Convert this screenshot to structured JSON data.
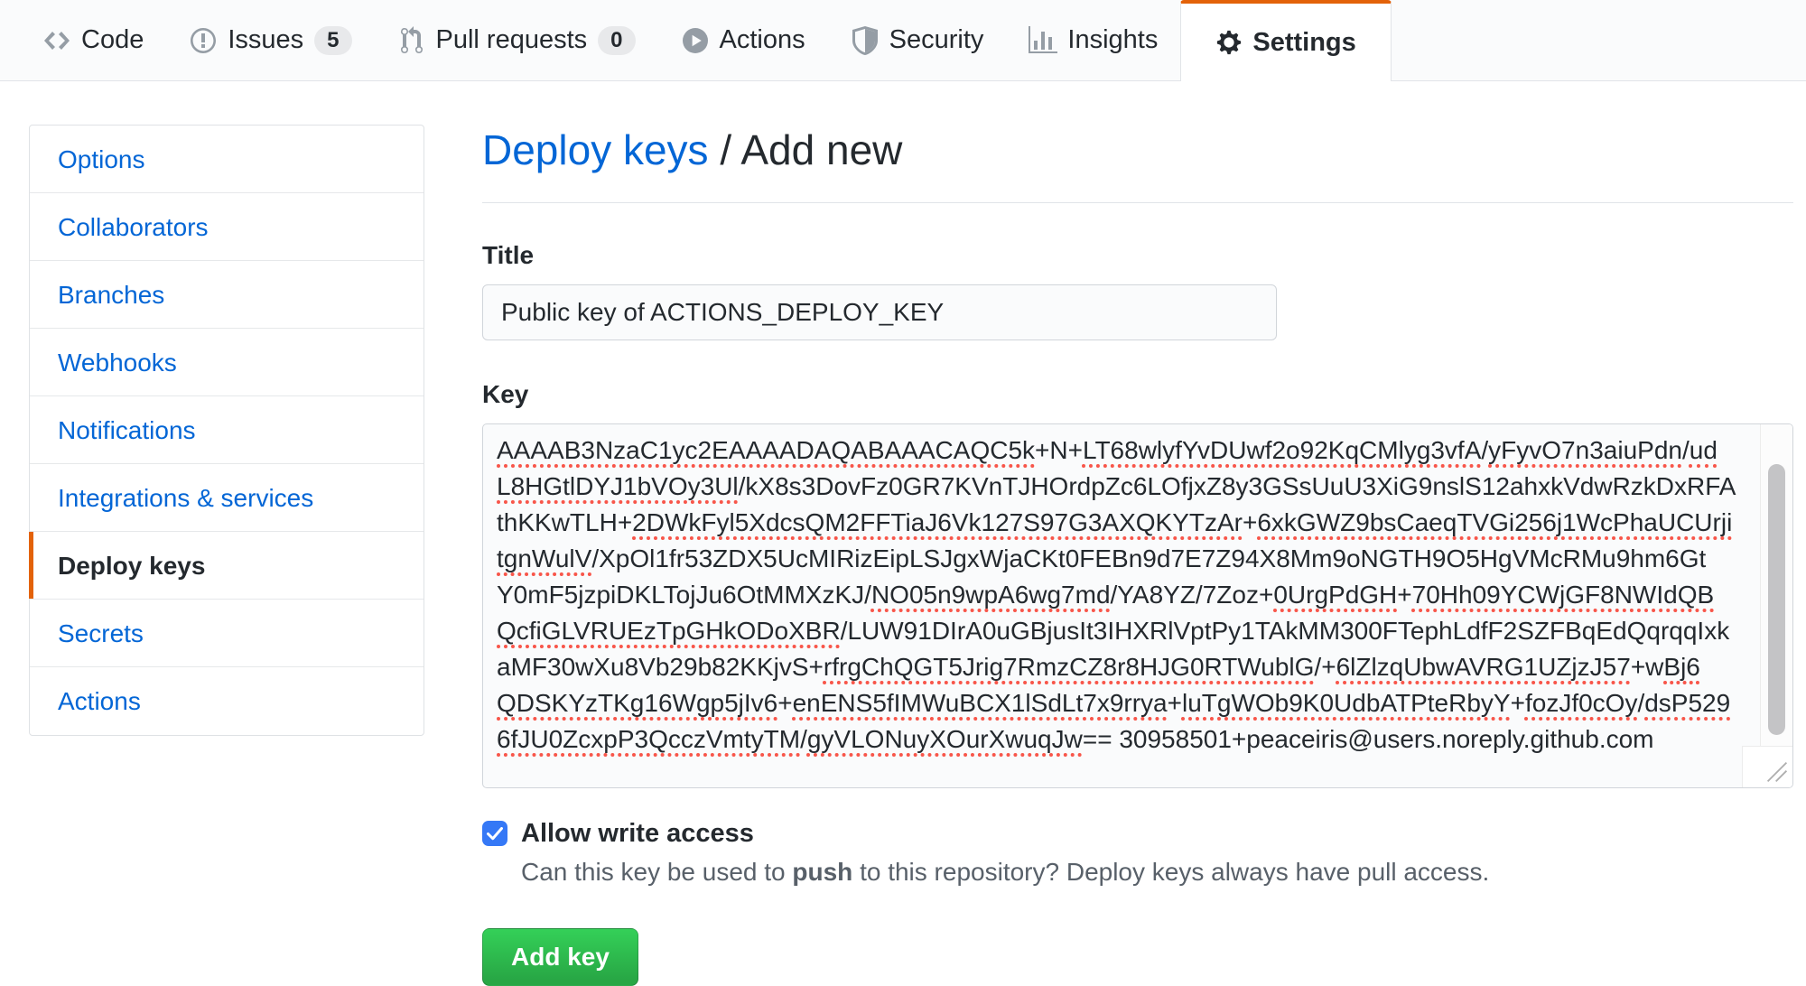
{
  "nav": {
    "items": [
      {
        "label": "Code",
        "icon": "code-icon"
      },
      {
        "label": "Issues",
        "icon": "issue-opened-icon",
        "badge": "5"
      },
      {
        "label": "Pull requests",
        "icon": "git-pull-request-icon",
        "badge": "0"
      },
      {
        "label": "Actions",
        "icon": "play-icon"
      },
      {
        "label": "Security",
        "icon": "shield-icon"
      },
      {
        "label": "Insights",
        "icon": "graph-icon"
      },
      {
        "label": "Settings",
        "icon": "gear-icon",
        "active": true
      }
    ]
  },
  "sidebar": {
    "items": [
      {
        "label": "Options"
      },
      {
        "label": "Collaborators"
      },
      {
        "label": "Branches"
      },
      {
        "label": "Webhooks"
      },
      {
        "label": "Notifications"
      },
      {
        "label": "Integrations & services"
      },
      {
        "label": "Deploy keys",
        "active": true
      },
      {
        "label": "Secrets"
      },
      {
        "label": "Actions"
      }
    ]
  },
  "main": {
    "breadcrumb": {
      "parent": "Deploy keys",
      "separator": " / ",
      "current": "Add new"
    },
    "form": {
      "title_label": "Title",
      "title_value": "Public key of ACTIONS_DEPLOY_KEY",
      "key_label": "Key",
      "key_lines": [
        [
          {
            "t": "AAAAB3NzaC1yc2EAAAADAQABAAACAQC5k",
            "u": true
          },
          {
            "t": "+N+",
            "u": false
          },
          {
            "t": "LT68wlyfYvDUwf2o92KqCMlyg3vfA",
            "u": true
          },
          {
            "t": "/",
            "u": false
          },
          {
            "t": "yFyvO7n3aiuPdn",
            "u": true
          },
          {
            "t": "/",
            "u": false
          },
          {
            "t": "ud",
            "u": true
          }
        ],
        [
          {
            "t": "L8HGtlDYJ1bVOy3Ul",
            "u": true
          },
          {
            "t": "/kX8s3DovFz0GR7KVnTJHOrdpZc6LOfjxZ8y3GSsUuU3XiG9nslS12ahxkVdwRzkDxRFA",
            "u": false
          }
        ],
        [
          {
            "t": "thKKwTLH+",
            "u": false
          },
          {
            "t": "2DWkFyl5XdcsQM2FFTiaJ6Vk127S97G3AXQKYTzAr",
            "u": true
          },
          {
            "t": "+",
            "u": false
          },
          {
            "t": "6xkGWZ9bsCaeqTVGi256j1WcPhaUCUrji",
            "u": true
          }
        ],
        [
          {
            "t": "tgnWulV",
            "u": true
          },
          {
            "t": "/XpOl1fr53ZDX5UcMIRizEipLSJgxWjaCKt0FEBn9d7E7Z94X8Mm9oNGTH9O5HgVMcRMu9hm6Gt",
            "u": false
          }
        ],
        [
          {
            "t": "Y0mF5jzpiDKLTojJu6OtMMXzKJ/",
            "u": false
          },
          {
            "t": "NO05n9wpA6wg7md",
            "u": true
          },
          {
            "t": "/YA8YZ/7Zoz+",
            "u": false
          },
          {
            "t": "0UrgPdGH",
            "u": true
          },
          {
            "t": "+",
            "u": false
          },
          {
            "t": "70Hh09YCWjGF8NWIdQB",
            "u": true
          }
        ],
        [
          {
            "t": "QcfiGLVRUEzTpGHkODoXBR",
            "u": true
          },
          {
            "t": "/LUW91DIrA0uGBjusIt3IHXRlVptPy1TAkMM300FTephLdfF2SZFBqEdQqrqqIxk",
            "u": false
          }
        ],
        [
          {
            "t": "aMF30wXu8Vb29b82KKjvS+",
            "u": false
          },
          {
            "t": "rfrgChQGT5Jrig7RmzCZ8r8HJG0RTWublG",
            "u": true
          },
          {
            "t": "/+",
            "u": false
          },
          {
            "t": "6lZlzqUbwAVRG1UZjzJ57",
            "u": true
          },
          {
            "t": "+w",
            "u": false
          },
          {
            "t": "Bj6",
            "u": true
          }
        ],
        [
          {
            "t": "QDSKYzTKg16Wgp5jIv6",
            "u": true
          },
          {
            "t": "+",
            "u": false
          },
          {
            "t": "enENS5fIMWuBCX1lSdLt7x9rrya",
            "u": true
          },
          {
            "t": "+",
            "u": false
          },
          {
            "t": "luTgWOb9K0UdbATPteRbyY",
            "u": true
          },
          {
            "t": "+",
            "u": false
          },
          {
            "t": "fozJf0cOy",
            "u": true
          },
          {
            "t": "/",
            "u": false
          },
          {
            "t": "dsP529",
            "u": true
          }
        ],
        [
          {
            "t": "6fJU0ZcxpP3QcczVmtyTM",
            "u": true
          },
          {
            "t": "/",
            "u": false
          },
          {
            "t": "gyVLONuyXOurXwuqJw",
            "u": true
          },
          {
            "t": "== 30958501+peaceiris@users.noreply.github.com",
            "u": false
          }
        ]
      ],
      "write_access": {
        "checked": true,
        "label": "Allow write access",
        "desc_before": "Can this key be used to ",
        "desc_bold": "push",
        "desc_after": " to this repository? Deploy keys always have pull access."
      },
      "submit_label": "Add key"
    }
  },
  "colors": {
    "accent_orange": "#e36209",
    "link_blue": "#0366d6",
    "button_green": "#28a745",
    "checkbox_blue": "#3578f6",
    "spellcheck_red": "#f8564a"
  }
}
